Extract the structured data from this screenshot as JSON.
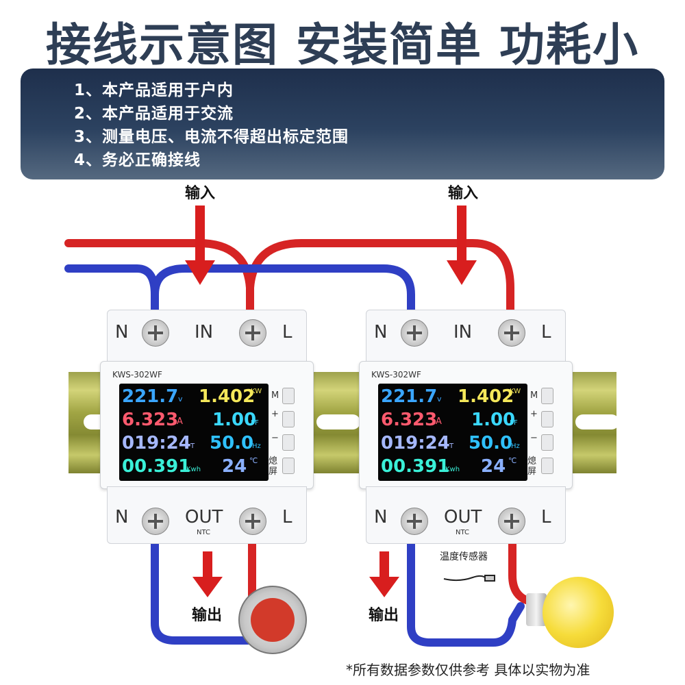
{
  "title": "接线示意图 安装简单 功耗小",
  "notes": [
    "1、本产品适用于户内",
    "2、本产品适用于交流",
    "3、测量电压、电流不得超出标定范围",
    "4、务必正确接线"
  ],
  "labels": {
    "input": "输入",
    "output": "输出",
    "temp_sensor": "温度传感器"
  },
  "footnote": "*所有数据参数仅供参考 具体以实物为准",
  "device": {
    "model": "KWS-302WF",
    "terminals_top": {
      "left": "N",
      "center": "IN",
      "right": "L"
    },
    "terminals_bottom": {
      "left": "N",
      "center": "OUT",
      "sub": "NTC",
      "right": "L"
    },
    "buttons": [
      "M",
      "+",
      "−",
      "熄屏"
    ],
    "readings": {
      "voltage": "221.7",
      "voltage_unit": "v",
      "power": "1.402",
      "power_unit": "KW",
      "current": "6.323",
      "current_unit": "A",
      "pf": "1.00",
      "pf_unit": "PF",
      "time": "019:24",
      "time_unit": "T",
      "freq": "50.0",
      "freq_unit": "Hz",
      "energy": "00.391",
      "energy_unit": "Kwh",
      "temp": "24",
      "temp_unit": "℃"
    }
  },
  "colors": {
    "live_wire": "#d62424",
    "neutral_wire": "#2f3fc4",
    "arrow": "#d81e1e",
    "title": "#2e3e55",
    "voltage": "#3aa6ff",
    "power": "#f5e85a",
    "current": "#ff5a6e",
    "pf": "#3ad8ff",
    "time": "#a6b8ff",
    "freq": "#2fc1ff",
    "energy": "#3af0d8",
    "temp": "#8ab0ff"
  }
}
